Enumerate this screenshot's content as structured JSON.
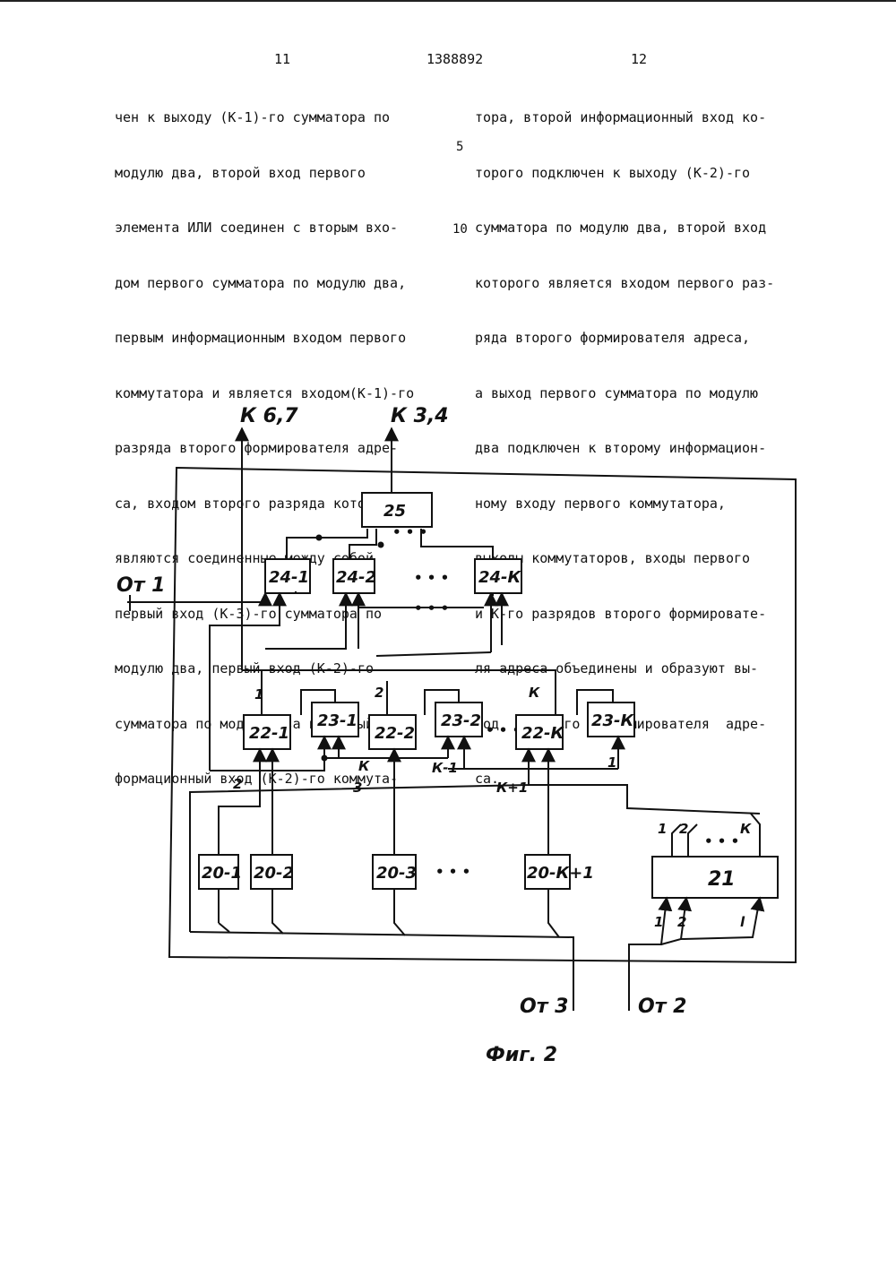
{
  "header": {
    "page_left": "11",
    "doc_number": "1388892",
    "page_right": "12"
  },
  "text": {
    "left_lines": [
      "чен к выходу (К-1)-го сумматора по",
      "модулю два, второй вход первого",
      "элемента ИЛИ соединен с вторым вхо-",
      "дом первого сумматора по модулю два,",
      "первым информационным входом первого",
      "коммутатора и является входом(К-1)-го",
      "разряда второго формирователя адре-",
      "са, входом второго разряда которого",
      "являются соединенные между собой",
      "первый вход (К-3)-го сумматора по",
      "модулю два, первый вход (К-2)-го",
      "сумматора по модулю два и первый ин-",
      "формационный вход (К-2)-го коммута-"
    ],
    "right_lines": [
      "тора, второй информационный вход ко-",
      "торого подключен к выходу (К-2)-го",
      "сумматора по модулю два, второй вход",
      "которого является входом первого раз-",
      "ряда второго формирователя адреса,",
      "а выход первого сумматора по модулю",
      "два подключен к второму информацион-",
      "ному входу первого коммутатора,",
      "выходы коммутаторов, входы первого",
      "и К-го разрядов второго формировате-",
      "ля адреса объединены и образуют вы-",
      "ход   второго   формирователя  адре-",
      "са."
    ],
    "line_numbers": [
      "5",
      "10"
    ]
  },
  "diagram": {
    "blocks": {
      "b25": "25",
      "b24_1": "24-1",
      "b24_2": "24-2",
      "b24_k": "24-К",
      "b22_1": "22-1",
      "b23_1": "23-1",
      "b22_2": "22-2",
      "b23_2": "23-2",
      "b22_k": "22-К",
      "b23_k": "23-К",
      "b20_1": "20-1",
      "b20_2": "20-2",
      "b20_3": "20-3",
      "b20_k1": "20-К+1",
      "b21": "21"
    },
    "io": {
      "out_67": "К 6,7",
      "out_34": "К 3,4",
      "in_1": "От 1",
      "in_3": "От 3",
      "in_2": "От 2"
    },
    "wire_labels": {
      "w1": "1",
      "w2": "2",
      "wk": "К",
      "w_2b": "2",
      "w_3": "3",
      "w_k": "К",
      "w_km1": "К-1",
      "w_kp1": "К+1",
      "w_1": "1",
      "out1": "1",
      "out2": "2",
      "outk": "К",
      "in1": "1",
      "in2": "2",
      "inl": "l"
    },
    "dots": [
      "• • •",
      "• • •",
      "• • •",
      "• • •",
      "• • •",
      "• • •"
    ],
    "caption": "Фиг. 2"
  }
}
